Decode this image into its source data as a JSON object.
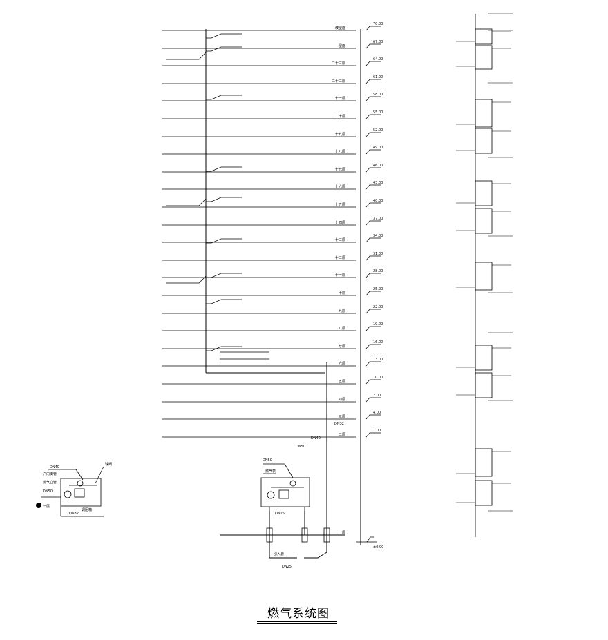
{
  "title": "燃气系统图",
  "floors": [
    {
      "label": "坡屋面",
      "elev": "70.00"
    },
    {
      "label": "屋面",
      "elev": "67.00"
    },
    {
      "label": "二十三层",
      "elev": "64.00"
    },
    {
      "label": "二十二层",
      "elev": "61.00"
    },
    {
      "label": "二十一层",
      "elev": "58.00"
    },
    {
      "label": "二十层",
      "elev": "55.00"
    },
    {
      "label": "十九层",
      "elev": "52.00"
    },
    {
      "label": "十八层",
      "elev": "49.00"
    },
    {
      "label": "十七层",
      "elev": "46.00"
    },
    {
      "label": "十六层",
      "elev": "43.00"
    },
    {
      "label": "十五层",
      "elev": "40.00"
    },
    {
      "label": "十四层",
      "elev": "37.00"
    },
    {
      "label": "十三层",
      "elev": "34.00"
    },
    {
      "label": "十二层",
      "elev": "31.00"
    },
    {
      "label": "十一层",
      "elev": "28.00"
    },
    {
      "label": "十层",
      "elev": "25.00"
    },
    {
      "label": "九层",
      "elev": "22.00"
    },
    {
      "label": "八层",
      "elev": "19.00"
    },
    {
      "label": "七层",
      "elev": "16.00"
    },
    {
      "label": "六层",
      "elev": "13.00"
    },
    {
      "label": "五层",
      "elev": "10.00"
    },
    {
      "label": "四层",
      "elev": "7.00"
    },
    {
      "label": "三层",
      "elev": "4.00"
    },
    {
      "label": "二层",
      "elev": "1.00"
    }
  ],
  "ground": {
    "label": "一层",
    "elev": "±0.00"
  },
  "riser_notes": [
    "DN50",
    "DN40",
    "DN32",
    "DN25"
  ],
  "left_notes": [
    "DN40",
    "户内支管",
    "燃气立管",
    "DN50",
    "DN32"
  ],
  "detail_labels": {
    "regulator": "调压箱",
    "meter": "燃气表",
    "valve": "球阀",
    "pipe": "DN50",
    "entry": "引入管",
    "note": "DN25"
  },
  "colors": {
    "line": "#000000",
    "background": "#ffffff"
  }
}
